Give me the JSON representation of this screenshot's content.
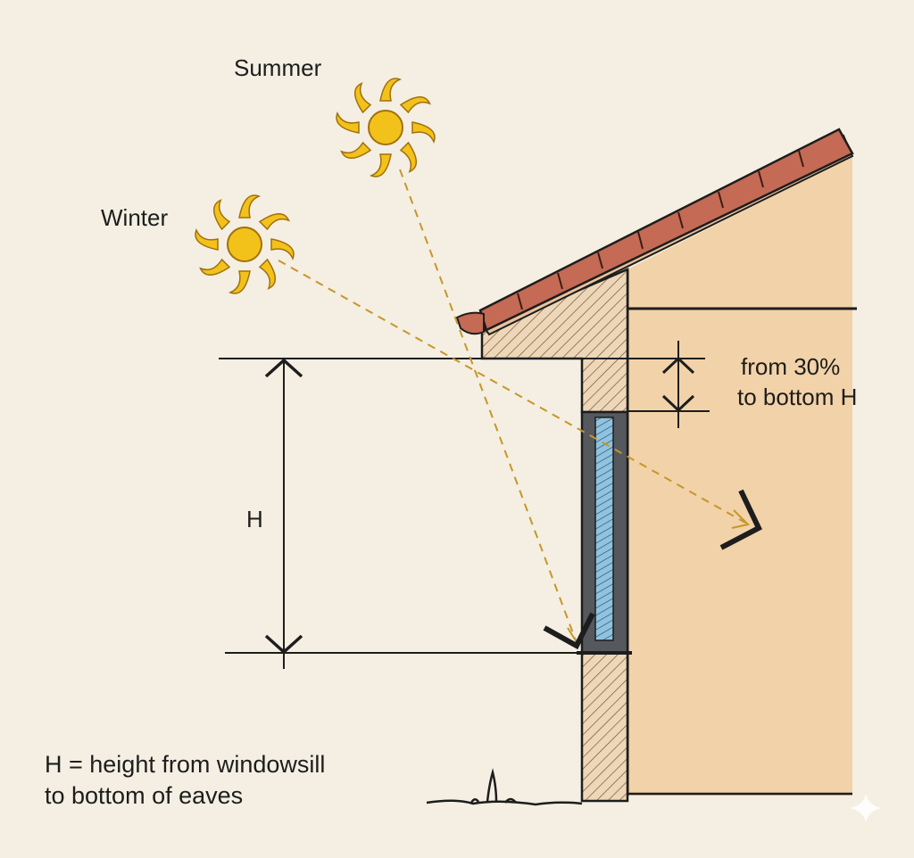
{
  "labels": {
    "summer": "Summer",
    "winter": "Winter",
    "height": "H",
    "overhang_line1": "from 30%",
    "overhang_line2": "to bottom  H",
    "definition_line1": "H = height from windowsill",
    "definition_line2": "to bottom of eaves"
  },
  "icons": {
    "summer_sun": "sun-icon",
    "winter_sun": "sun-icon",
    "sparkle": "sparkle-icon"
  },
  "colors": {
    "background": "#f4efe2",
    "wall": "#f2d2a8",
    "roof_tile": "#c46a55",
    "rafter": "#e9c29c",
    "sun": "#f2c21b",
    "sun_ray_line": "#c7962a",
    "glass": "#8fc3e0",
    "frame": "#55595e",
    "ink": "#1d1d1d"
  }
}
